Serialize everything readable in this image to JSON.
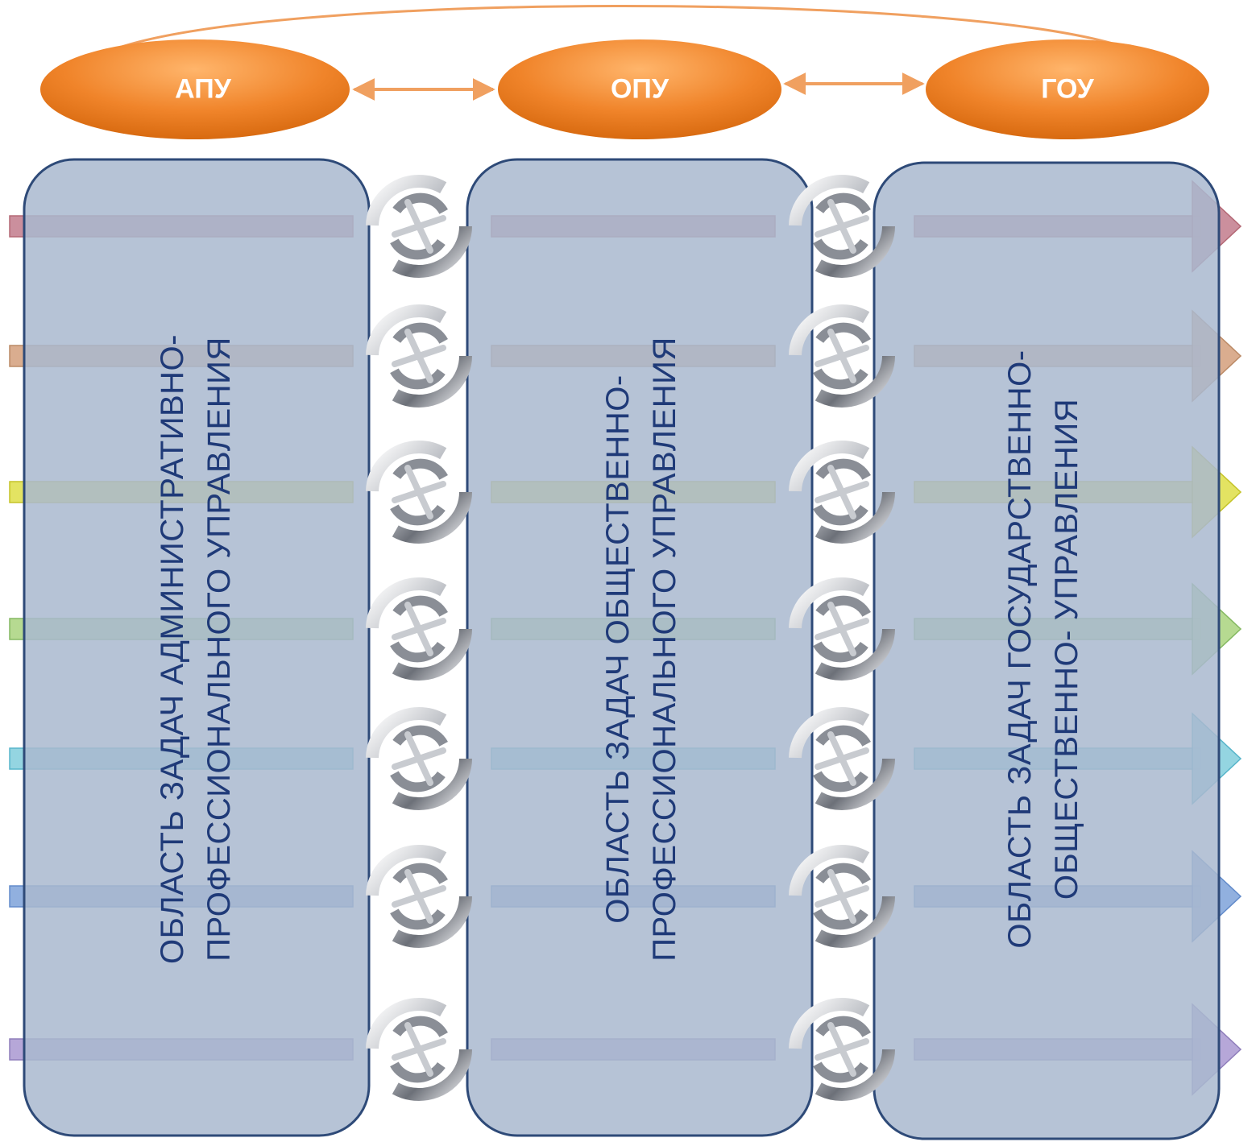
{
  "bodies": [
    {
      "label": "АПУ"
    },
    {
      "label": "ОПУ"
    },
    {
      "label": "ГОУ"
    }
  ],
  "areas": [
    {
      "line1": "ОБЛАСТЬ ЗАДАЧ  АДМИНИСТРАТИВНО-",
      "line2": "ПРОФЕССИОНАЛЬНОГО УПРАВЛЕНИЯ"
    },
    {
      "line1": "ОБЛАСТЬ ЗАДАЧ  ОБЩЕСТВЕННО-",
      "line2": "ПРОФЕССИОНАЛЬНОГО УПРАВЛЕНИЯ"
    },
    {
      "line1": "ОБЛАСТЬ ЗАДАЧ  ГОСУДАРСТВЕННО-",
      "line2": "ОБЩЕСТВЕННО- УПРАВЛЕНИЯ"
    }
  ],
  "colors": {
    "oval": "#f0842a",
    "connector": "#f0a060",
    "panel_fill": "#a9b8cf",
    "panel_border": "#2e4a78",
    "text": "#1f3a78",
    "rows": [
      "#c98a98",
      "#d9a98a",
      "#e2e25a",
      "#b3d98c",
      "#8fd3e0",
      "#8cacde",
      "#b3a3d6"
    ],
    "row_borders": [
      "#b0606e",
      "#b8845e",
      "#c2c01e",
      "#7fb65a",
      "#4fb2c8",
      "#5a85c8",
      "#8a78b8"
    ]
  },
  "row_icon": "rotate-cycle-icon"
}
